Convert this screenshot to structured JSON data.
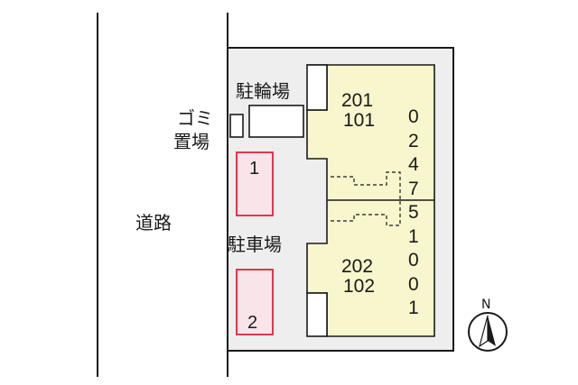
{
  "labels": {
    "road": "道路",
    "bicycle_parking": "駐輪場",
    "garbage_line1": "ゴミ",
    "garbage_line2": "置場",
    "car_parking": "駐車場"
  },
  "units": {
    "upper_top": "201",
    "upper_bottom": "101",
    "lower_top": "202",
    "lower_bottom": "102"
  },
  "parking_bays": [
    "1",
    "2"
  ],
  "building_code_digits": [
    "0",
    "2",
    "4",
    "7",
    "5",
    "1",
    "0",
    "0",
    "1"
  ],
  "compass": {
    "north_label": "N"
  },
  "colors": {
    "lot": "#eeeeee",
    "building": "#f7f6cc",
    "parking_bay_fill": "#f9e4ea",
    "parking_bay_stroke": "#e8344a",
    "outline": "#1a1a1a"
  }
}
